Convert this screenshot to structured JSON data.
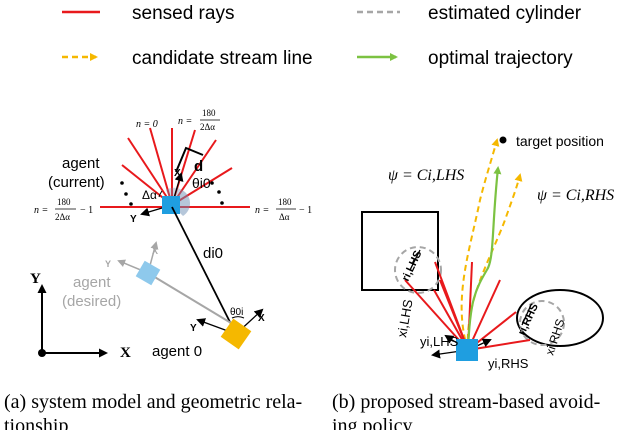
{
  "legend": {
    "sensed_rays": "sensed rays",
    "estimated_cylinder": "estimated cylinder",
    "candidate_stream_line": "candidate stream line",
    "optimal_trajectory": "optimal trajectory"
  },
  "panel_a": {
    "n_zero": "n = 0",
    "n_top_lhs": "n =",
    "n_top_num": "180",
    "n_top_den": "2Δα",
    "n_left_lhs": "n =",
    "n_left_num": "180",
    "n_left_den": "2Δα",
    "n_left_tail": "− 1",
    "n_right_lhs": "n =",
    "n_right_num": "180",
    "n_right_den": "Δα",
    "n_right_tail": "− 1",
    "agent_current_line1": "agent",
    "agent_current_line2": "(current)",
    "delta_alpha": "Δα",
    "d_label": "d",
    "theta_i0": "θi0",
    "d_i0": "di0",
    "theta_0i": "θ0i",
    "x_axis_small": "X",
    "y_axis_small": "Y",
    "agent_desired_line1": "agent",
    "agent_desired_line2": "(desired)",
    "agent_0": "agent 0",
    "frame_x": "X",
    "frame_y": "Y"
  },
  "panel_b": {
    "target_position": "target position",
    "psi_lhs": "ψ = Ci,LHS",
    "psi_rhs": "ψ = Ci,RHS",
    "r_lhs": "ri,LHS",
    "r_rhs": "ri,RHS",
    "x_lhs": "xi,LHS",
    "y_lhs": "yi,LHS",
    "y_rhs": "yi,RHS",
    "x_rhs": "xi,RHS"
  },
  "captions": {
    "a_line1": "(a)  system model and geometric rela-",
    "a_line2": "tionship",
    "b_line1": "(b)  proposed  stream-based  avoid-",
    "b_line2": "ing policy"
  },
  "colors": {
    "sensed_rays": "#e8191c",
    "estimated_cylinder": "#a6a6a6",
    "candidate_stream_line": "#f5b800",
    "optimal_trajectory": "#7cc242",
    "agent": "#1f9ee0",
    "agent_0": "#f5b800"
  }
}
